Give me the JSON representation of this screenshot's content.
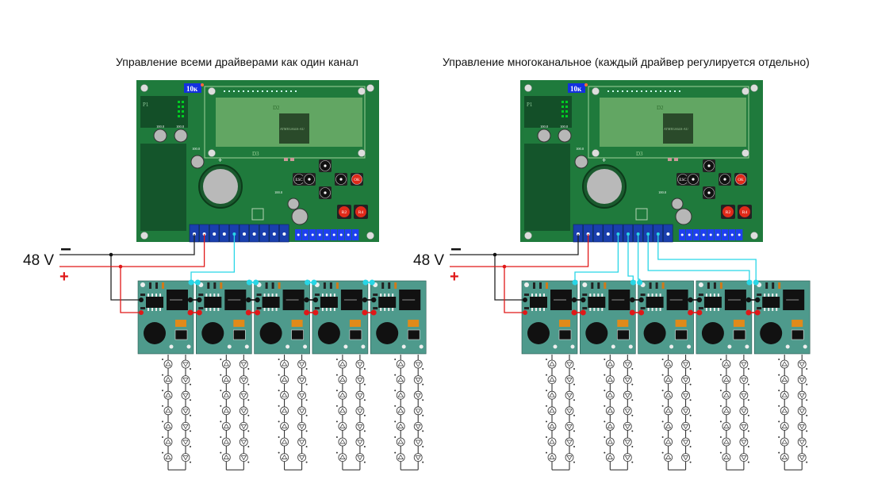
{
  "diagrams": [
    {
      "id": "single-channel",
      "title": "Управление всеми драйверами как один канал",
      "supply": {
        "voltage_label": "48 V",
        "minus_label": "−",
        "plus_label": "+"
      },
      "controller": {
        "badge": "10к",
        "chip_label": "ATMEGA64A-AU",
        "labels": {
          "d2": "D2",
          "d3": "D3",
          "p1": "P1"
        },
        "capacitors": [
          "100.0",
          "100.0",
          "100.0",
          "100.0"
        ],
        "buttons": [
          "ESC",
          "",
          "",
          "",
          "",
          "OK"
        ],
        "red_buttons": [
          "R2",
          "R4"
        ],
        "terminal_count": 10,
        "small_terminal_count": 9
      },
      "drivers": 5,
      "leds_per_string": 7,
      "control_outputs_used": [
        4
      ],
      "control_targets": [
        0
      ]
    },
    {
      "id": "multi-channel",
      "title": "Управление многоканальное (каждый драйвер регулируется отдельно)",
      "supply": {
        "voltage_label": "48 V",
        "minus_label": "−",
        "plus_label": "+"
      },
      "controller": {
        "badge": "10к",
        "chip_label": "ATMEGA64A-AU",
        "labels": {
          "d2": "D2",
          "d3": "D3",
          "p1": "P1"
        },
        "capacitors": [
          "100.0",
          "100.0",
          "100.0",
          "100.0"
        ],
        "buttons": [
          "ESC",
          "",
          "",
          "",
          "",
          "OK"
        ],
        "red_buttons": [
          "R2",
          "R4"
        ],
        "terminal_count": 10,
        "small_terminal_count": 9
      },
      "drivers": 5,
      "leds_per_string": 7,
      "control_outputs_used": [
        4,
        5,
        6,
        7,
        8
      ],
      "control_targets": [
        0,
        1,
        2,
        3,
        4
      ]
    }
  ],
  "colors": {
    "pcb": "#1f7a3c",
    "pcb_dark": "#176332",
    "lcd": "#6fae6a",
    "terminal_blue": "#1a3fae",
    "terminal_blue_small": "#1e3ff0",
    "driver_board": "#4e9a8c",
    "wire_negative": "#222222",
    "wire_positive": "#e01818",
    "wire_control": "#28d6e6",
    "button_red": "#e02a1a"
  }
}
